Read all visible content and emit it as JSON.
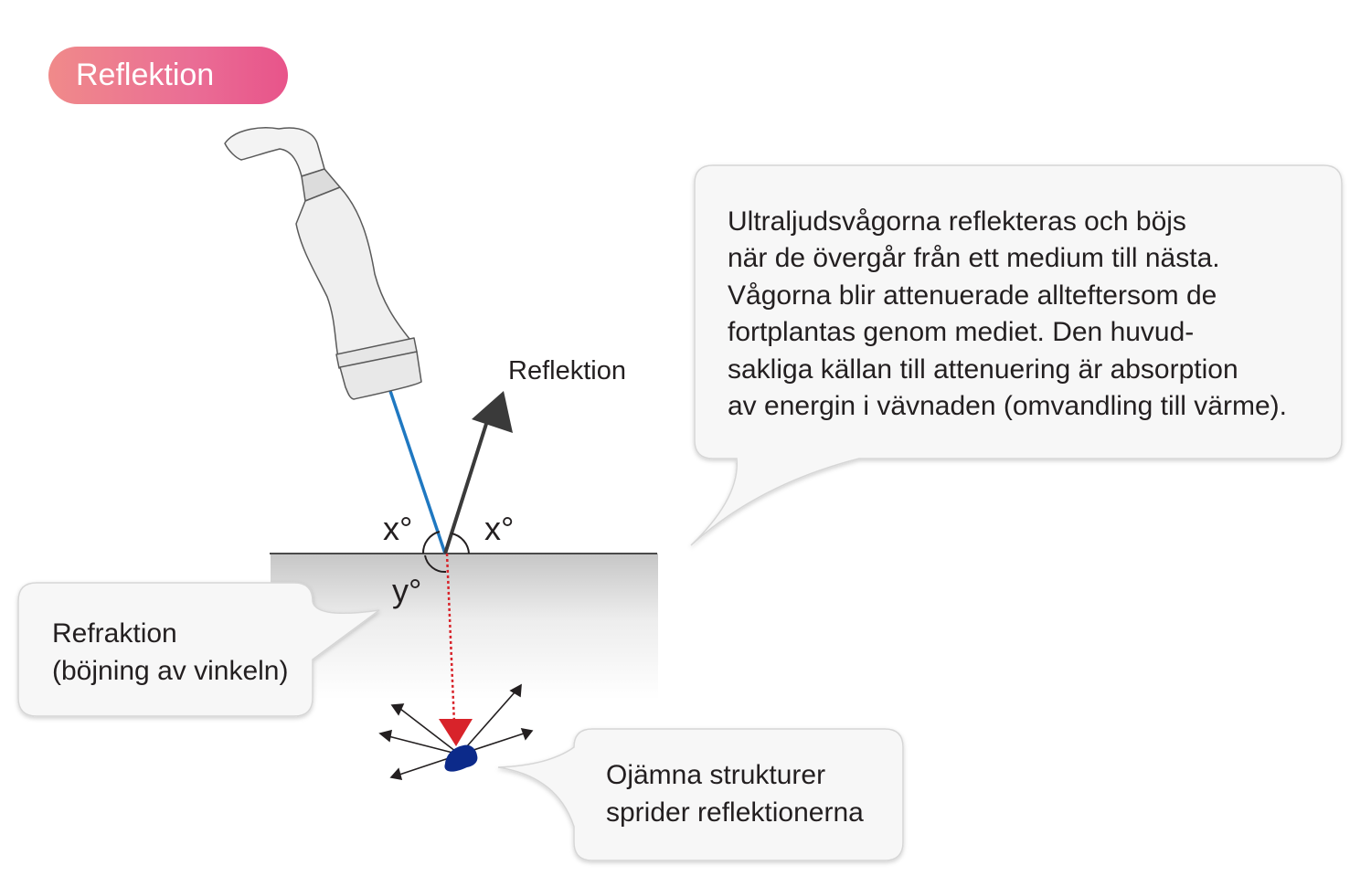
{
  "badge": {
    "label": "Reflektion"
  },
  "reflection_label": "Reflektion",
  "angles": {
    "incident": "x°",
    "reflected": "x°",
    "refracted": "y°"
  },
  "callouts": {
    "main": [
      "Ultraljudsvågorna reflekteras och böjs",
      "när de övergår från ett medium till nästa.",
      "Vågorna blir attenuerade allteftersom de",
      "fortplantas genom mediet. Den huvud-",
      "sakliga källan till attenuering är absorption",
      "av energin i vävnaden (omvandling till värme)."
    ],
    "refraction": [
      "Refraktion",
      "(böjning av vinkeln)"
    ],
    "scatter": [
      "Ojämna strukturer",
      "sprider reflektionerna"
    ]
  },
  "colors": {
    "badge_start": "#f08a8a",
    "badge_end": "#e8548a",
    "incident_beam": "#1f78c1",
    "refracted_beam": "#d8232a",
    "reflected_arrow": "#3a3a3a",
    "structure": "#0c2a8a",
    "callout_bg": "#f7f7f7"
  },
  "icons": [
    "ultrasound-probe-icon"
  ]
}
